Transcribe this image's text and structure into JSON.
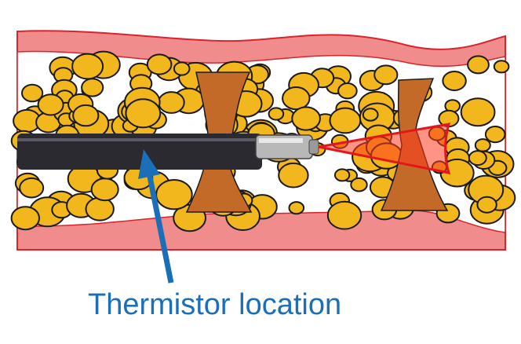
{
  "annotation": {
    "label": "Thermistor location"
  },
  "colors": {
    "tissue_wall": "#f08c8c",
    "tissue_edge": "#d9242b",
    "fat_cell": "#f3b71e",
    "fat_outline": "#1a1a1a",
    "septum": "#c46a28",
    "catheter": "#2a2a30",
    "tip_metal": "#b8b8b8",
    "beam": "#ff3b1f",
    "arrow": "#1b6fb8",
    "label_text": "#1b6fb8"
  },
  "icons": {
    "pointer": "arrow-up-pointer",
    "probe": "catheter-probe",
    "emission": "laser-cone"
  }
}
